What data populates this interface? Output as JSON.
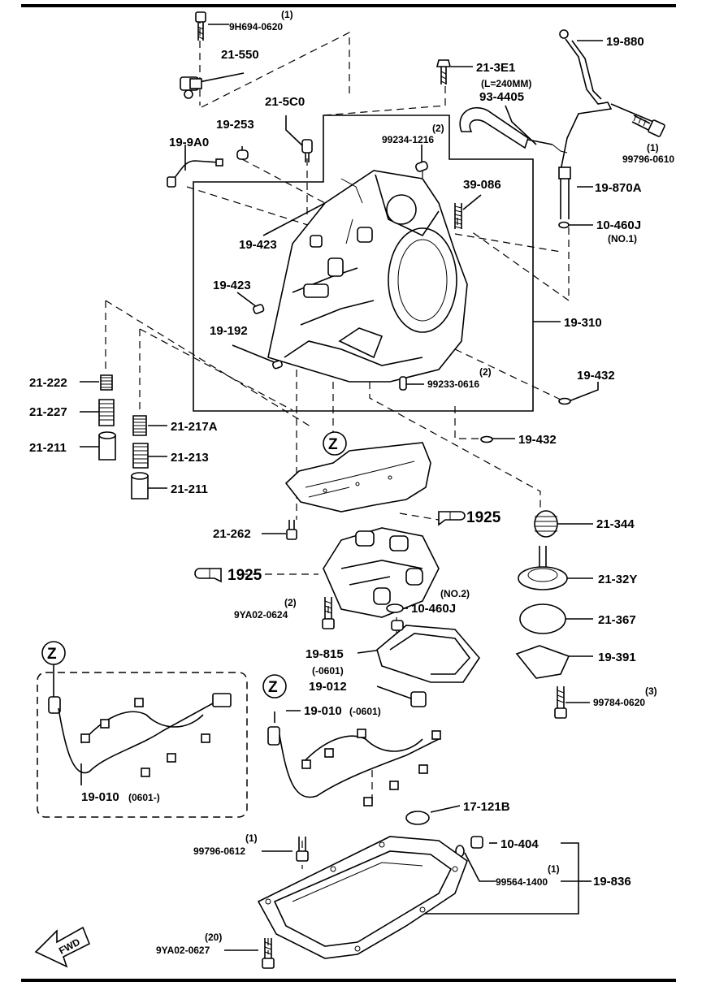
{
  "labels": {
    "l_19880": "19-880",
    "l_9h694_qty": "(1)",
    "l_9h694": "9H694-0620",
    "l_21550": "21-550",
    "l_213e1": "21-3E1",
    "l_len": "(L=240MM)",
    "l_934405": "93-4405",
    "l_99796_0610_qty": "(1)",
    "l_99796_0610": "99796-0610",
    "l_215c0": "21-5C0",
    "l_19253": "19-253",
    "l_199a0": "19-9A0",
    "l_99234_qty": "(2)",
    "l_99234": "99234-1216",
    "l_39086": "39-086",
    "l_19870a": "19-870A",
    "l_10460j_1": "10-460J",
    "l_no1": "(NO.1)",
    "l_19423_a": "19-423",
    "l_19423_b": "19-423",
    "l_19192": "19-192",
    "l_19310": "19-310",
    "l_99233_qty": "(2)",
    "l_99233": "99233-0616",
    "l_19432_a": "19-432",
    "l_19432_b": "19-432",
    "l_21222": "21-222",
    "l_21227": "21-227",
    "l_21211_a": "21-211",
    "l_21217a": "21-217A",
    "l_21213": "21-213",
    "l_21211_b": "21-211",
    "z_1": "Z",
    "l_1925_a": "1925",
    "l_21344": "21-344",
    "l_21262": "21-262",
    "l_1925_b": "1925",
    "l_21_32y": "21-32Y",
    "l_no2": "(NO.2)",
    "l_9ya02_0624_qty": "(2)",
    "l_9ya02_0624": "9YA02-0624",
    "l_10460j_2": "10-460J",
    "l_21367": "21-367",
    "z_2": "Z",
    "l_19815": "19-815",
    "l_19391": "19-391",
    "l_0601a": "(-0601)",
    "l_19012": "19-012",
    "l_99784_qty": "(3)",
    "l_99784": "99784-0620",
    "z_3": "Z",
    "l_19010_b": "19-010",
    "l_0601b": "(-0601)",
    "l_19010_a": "19-010",
    "l_0601c": "(0601-)",
    "l_17121b": "17-121B",
    "l_99796_0612_qty": "(1)",
    "l_99796_0612": "99796-0612",
    "l_10404": "10-404",
    "l_99564_qty": "(1)",
    "l_99564": "99564-1400",
    "l_19836": "19-836",
    "l_9ya02_0627_qty": "(20)",
    "l_9ya02_0627": "9YA02-0627",
    "l_fwd": "FWD"
  }
}
